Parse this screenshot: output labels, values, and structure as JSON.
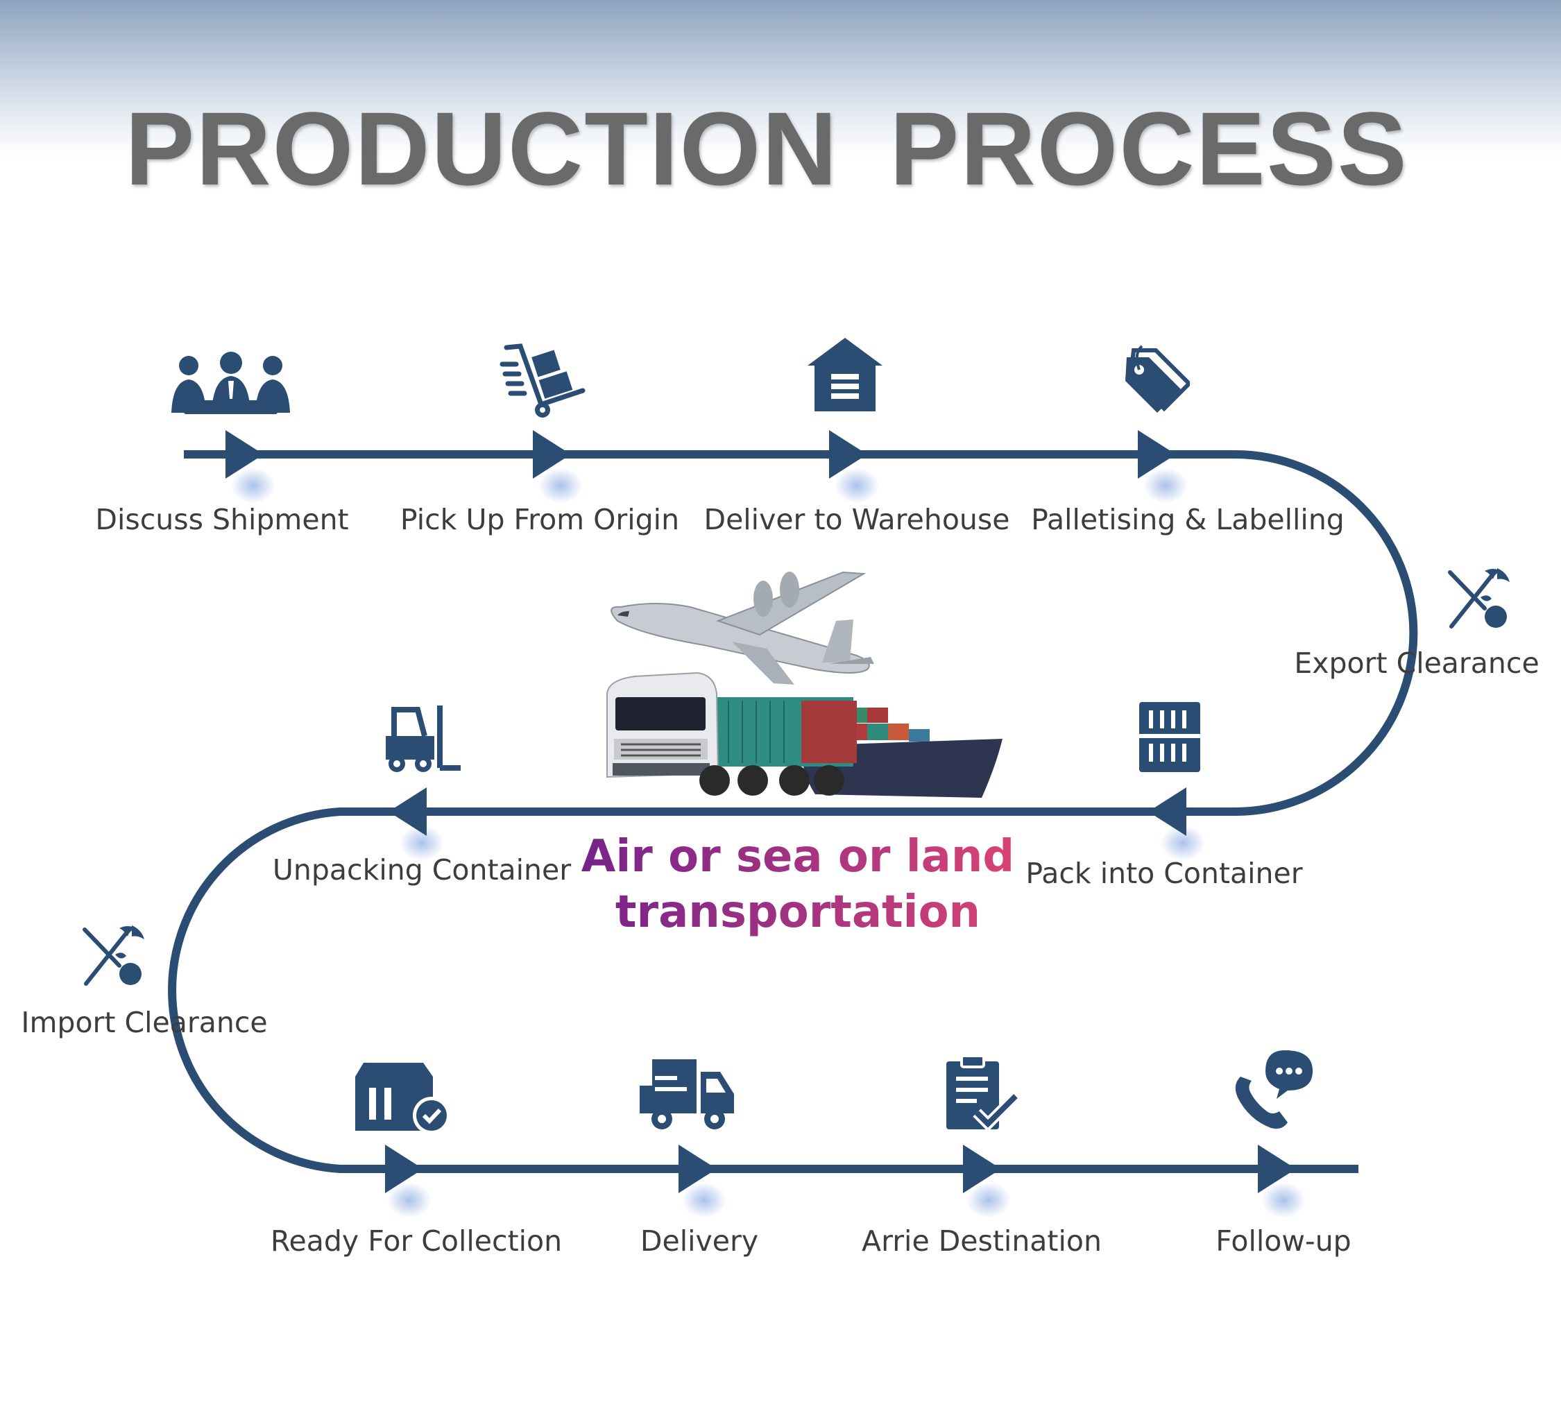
{
  "title": "PRODUCTION  PROCESS",
  "colors": {
    "track": "#2b4d74",
    "icon": "#2b4d74",
    "label": "#3d3d3d",
    "title": "#6a6a6a",
    "gradient_start": "#6a1f8c",
    "gradient_end": "#e84870"
  },
  "steps": [
    {
      "label": "Discuss Shipment",
      "icon": "meeting-people-icon"
    },
    {
      "label": "Pick Up From Origin",
      "icon": "hand-truck-icon"
    },
    {
      "label": "Deliver to Warehouse",
      "icon": "warehouse-icon"
    },
    {
      "label": "Palletising & Labelling",
      "icon": "price-tag-icon"
    },
    {
      "label": "Export Clearance",
      "icon": "customs-caduceus-icon"
    },
    {
      "label": "Pack into Container",
      "icon": "shipping-container-icon"
    },
    {
      "label": "Unpacking Container",
      "icon": "forklift-icon"
    },
    {
      "label": "Import Clearance",
      "icon": "customs-caduceus-icon"
    },
    {
      "label": "Ready For Collection",
      "icon": "box-checkmark-icon"
    },
    {
      "label": "Delivery",
      "icon": "delivery-truck-icon"
    },
    {
      "label": "Arrie Destination",
      "icon": "clipboard-check-icon"
    },
    {
      "label": "Follow-up",
      "icon": "phone-chat-icon"
    }
  ],
  "center": {
    "line1": "Air or sea or land",
    "line2": "transportation",
    "illustration": "airplane-truck-ship-illustration"
  }
}
